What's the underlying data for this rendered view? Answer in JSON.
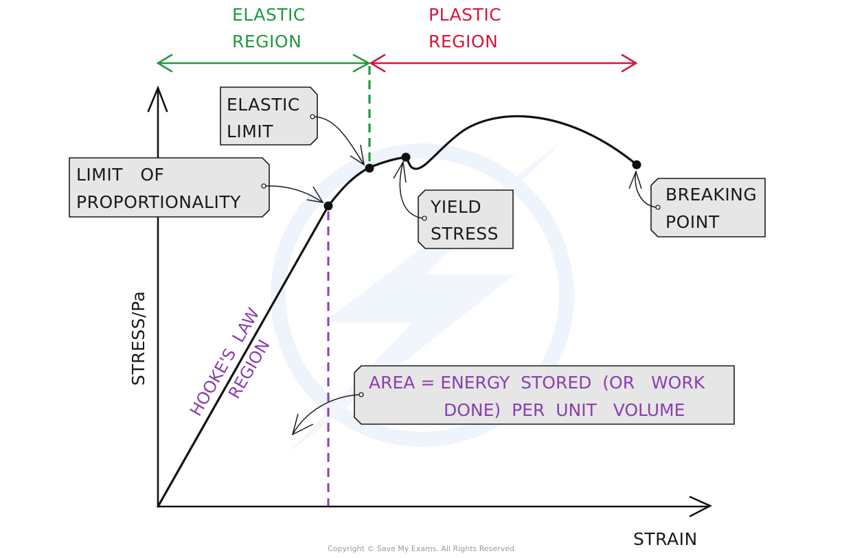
{
  "title": "Stress-strain graph",
  "colors": {
    "elastic": "#1f9a3c",
    "plastic": "#d4163c",
    "purple": "#8a3fb0",
    "curve": "#111111",
    "tag_fill": "#e6e6e6",
    "watermark": "#eef4fb"
  },
  "axes": {
    "y_label": "STRESS/Pa",
    "x_label": "STRAIN"
  },
  "regions": {
    "elastic": {
      "line1": "ELASTIC",
      "line2": "REGION"
    },
    "plastic": {
      "line1": "PLASTIC",
      "line2": "REGION"
    }
  },
  "annotations": {
    "elastic_limit": {
      "line1": "ELASTIC",
      "line2": "LIMIT"
    },
    "limit_of_proportionality": {
      "line1": "LIMIT   OF",
      "line2": "PROPORTIONALITY"
    },
    "yield_stress": {
      "line1": "YIELD",
      "line2": "STRESS"
    },
    "breaking_point": {
      "line1": "BREAKING",
      "line2": "POINT"
    },
    "hookes_law": {
      "line1": "HOOKE'S  LAW",
      "line2": "REGION"
    },
    "area": {
      "line1": "AREA = ENERGY  STORED  (OR   WORK",
      "line2": "DONE)  PER  UNIT   VOLUME"
    }
  },
  "points": [
    {
      "name": "limit-of-proportionality",
      "strain": 0.31,
      "stress": 0.72
    },
    {
      "name": "elastic-limit",
      "strain": 0.385,
      "stress": 0.82
    },
    {
      "name": "yield-stress",
      "strain": 0.45,
      "stress": 0.85
    },
    {
      "name": "breaking-point",
      "strain": 0.865,
      "stress": 0.83
    }
  ],
  "footer": {
    "copyright": "Copyright © Save My Exams. All Rights Reserved"
  }
}
